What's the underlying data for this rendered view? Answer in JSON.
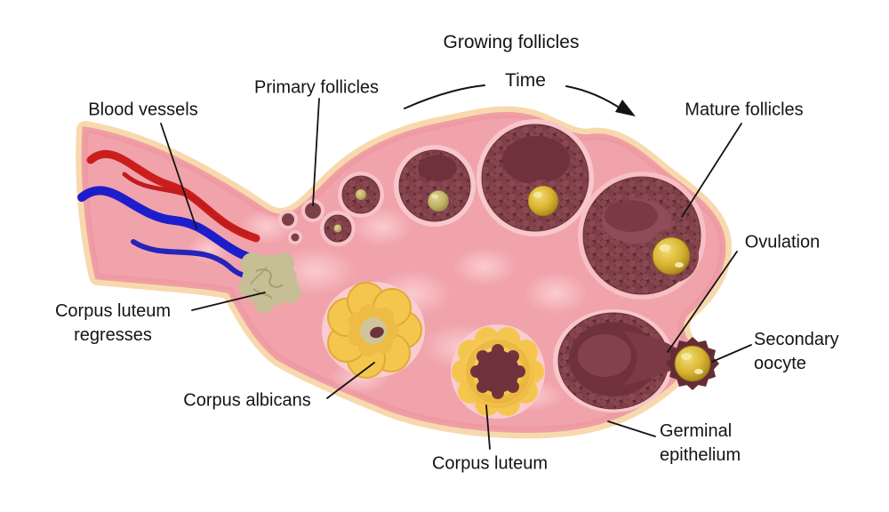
{
  "figure": {
    "title": "Growing follicles",
    "time_label": "Time",
    "labels": {
      "blood_vessels": "Blood vessels",
      "primary_follicles": "Primary follicles",
      "mature_follicles": "Mature follicles",
      "ovulation": "Ovulation",
      "secondary_oocyte": "Secondary oocyte",
      "germinal_epithelium": "Germinal epithelium",
      "corpus_luteum_regresses": "Corpus luteum regresses",
      "corpus_albicans": "Corpus albicans",
      "corpus_luteum": "Corpus luteum"
    },
    "colors": {
      "ovary_surface": "#f8d9ae",
      "ovary_cortex": "#f1a3ac",
      "cortex_rim": "#ed98a3",
      "follicle_wall": "#7c3e47",
      "follicle_antrum": "#6f323d",
      "oocyte_gold": "#d9b832",
      "corpus_luteum_yellow": "#f5c64e",
      "corpus_albicans_core": "#cfc49a",
      "regressed_body": "#c6bf95",
      "artery": "#cc1d1d",
      "vein": "#1d1dcb",
      "label_text": "#141414"
    }
  }
}
